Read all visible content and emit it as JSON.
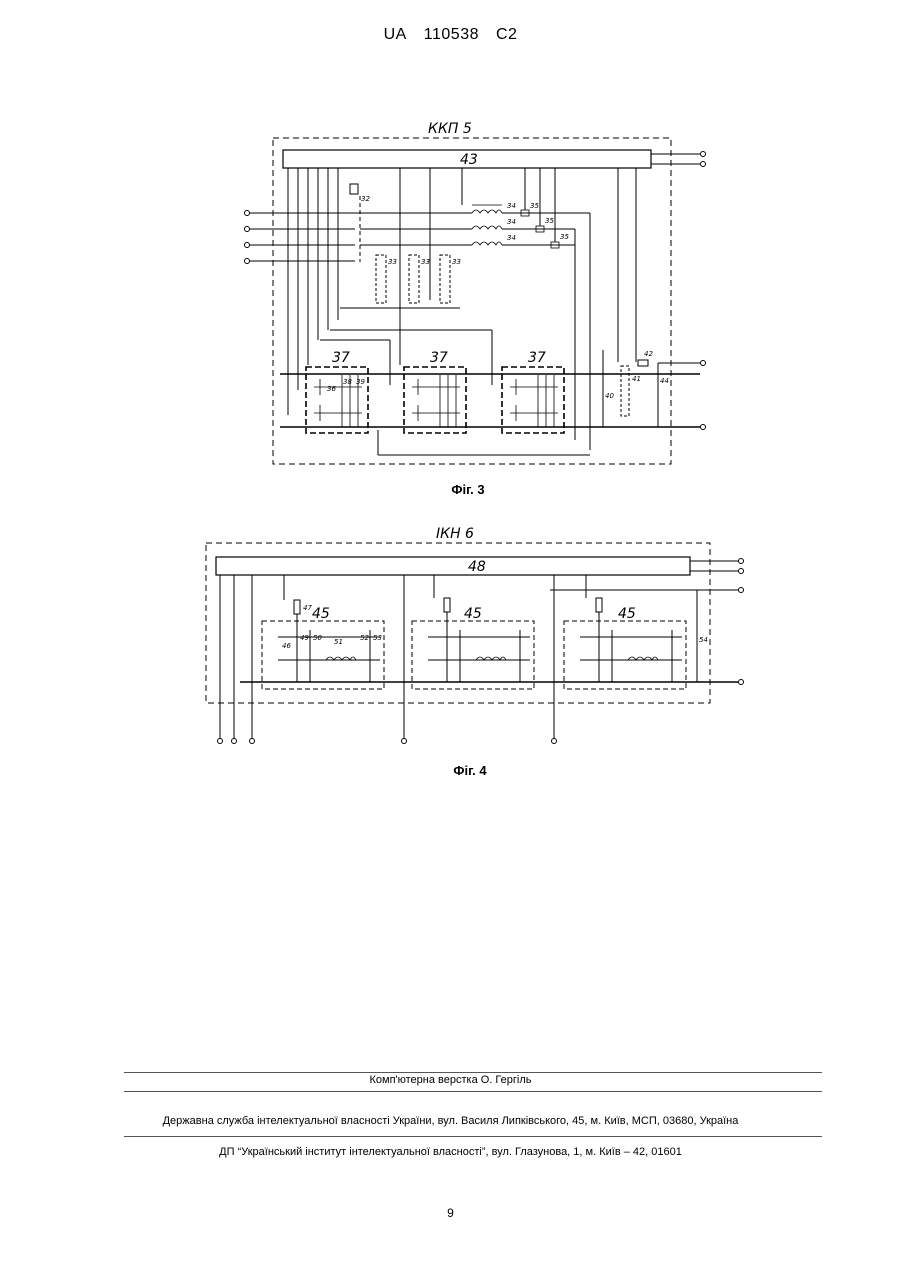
{
  "header": {
    "country": "UA",
    "number": "110538",
    "kind": "C2"
  },
  "fig3": {
    "block_title": "ККП 5",
    "bus_label": "43",
    "module_label": "37",
    "labels": {
      "l32": "32",
      "l33": "33",
      "l34": "34",
      "l35": "35",
      "l36": "36",
      "l38": "38",
      "l39": "39",
      "l40": "40",
      "l41": "41",
      "l42": "42",
      "l44": "44"
    },
    "caption": "Фіг. 3"
  },
  "fig4": {
    "block_title": "ІКН 6",
    "bus_label": "48",
    "module_label": "45",
    "labels": {
      "l46": "46",
      "l47": "47",
      "l49": "49",
      "l50": "50",
      "l51": "51",
      "l52": "52",
      "l53": "53",
      "l54": "54"
    },
    "caption": "Фіг. 4"
  },
  "footer": {
    "layout_credit": "Комп'ютерна верстка О. Гергіль",
    "agency": "Державна служба інтелектуальної власності України, вул. Василя Липківського, 45, м. Київ, МСП, 03680, Україна",
    "institute": "ДП “Український інститут інтелектуальної власності”, вул. Глазунова, 1, м. Київ – 42, 01601",
    "page_number": "9"
  }
}
